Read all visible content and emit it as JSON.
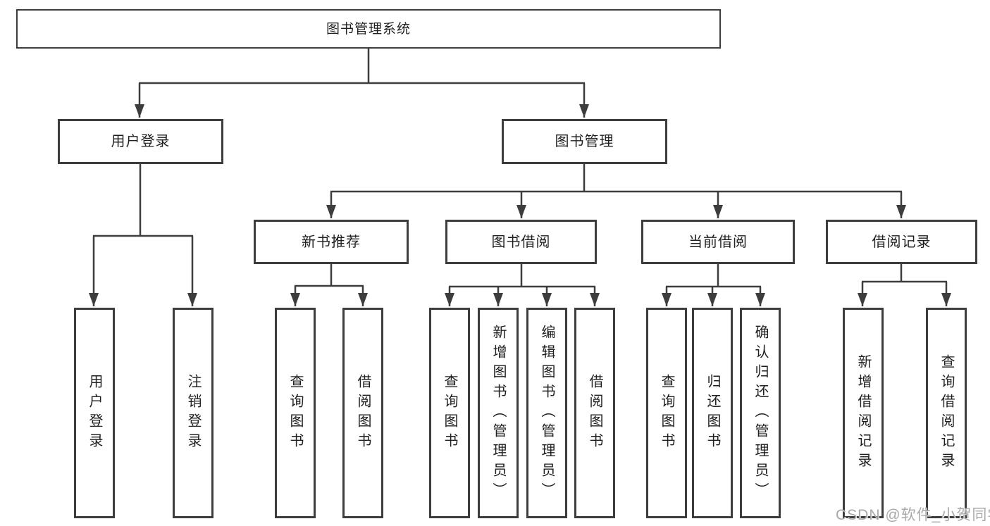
{
  "tree": {
    "label": "图书管理系统",
    "children": [
      {
        "label": "用户登录",
        "children": [
          {
            "label": "用户登录"
          },
          {
            "label": "注销登录"
          }
        ]
      },
      {
        "label": "图书管理",
        "children": [
          {
            "label": "新书推荐",
            "children": [
              {
                "label": "查询图书"
              },
              {
                "label": "借阅图书"
              }
            ]
          },
          {
            "label": "图书借阅",
            "children": [
              {
                "label": "查询图书"
              },
              {
                "label": "新增图书（管理员）"
              },
              {
                "label": "编辑图书（管理员）"
              },
              {
                "label": "借阅图书"
              }
            ]
          },
          {
            "label": "当前借阅",
            "children": [
              {
                "label": "查询图书"
              },
              {
                "label": "归还图书"
              },
              {
                "label": "确认归还（管理员）"
              }
            ]
          },
          {
            "label": "借阅记录",
            "children": [
              {
                "label": "新增借阅记录"
              },
              {
                "label": "查询借阅记录"
              }
            ]
          }
        ]
      }
    ]
  },
  "watermark": {
    "text": "CSDN @软件_小贺同学"
  },
  "colors": {
    "line": "#3d3d3d",
    "text": "#1f1f1f",
    "background": "#ffffff",
    "watermark": "#a9a9a9"
  }
}
